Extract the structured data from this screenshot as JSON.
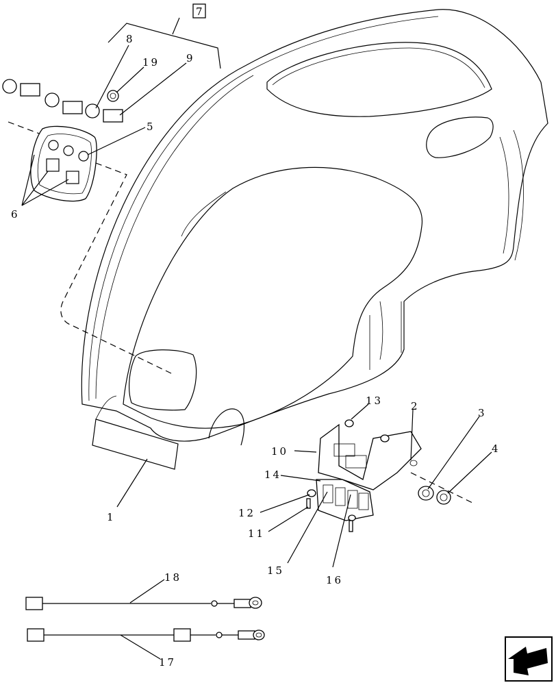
{
  "diagram": {
    "callouts": {
      "c1": "1",
      "c2": "2",
      "c3": "3",
      "c4": "4",
      "c5": "5",
      "c6": "6",
      "c7": "7",
      "c8": "8",
      "c9": "9",
      "c10": "10",
      "c11": "11",
      "c12": "12",
      "c13": "13",
      "c14": "14",
      "c15": "15",
      "c16": "16",
      "c17": "17",
      "c18": "18",
      "c19": "19"
    },
    "nav_icon": "arrow-left-icon"
  }
}
